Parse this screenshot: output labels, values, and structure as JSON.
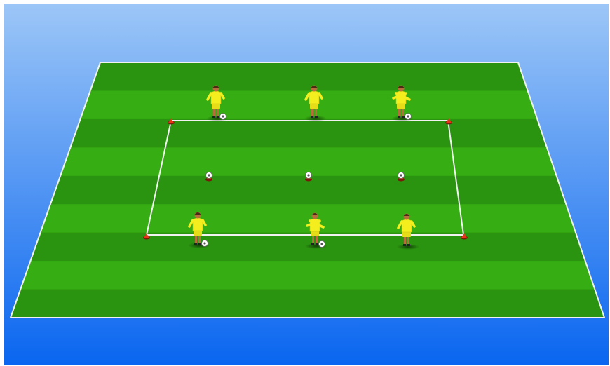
{
  "colors": {
    "sky_top": "#9cc6f7",
    "sky_bottom": "#0a66f0",
    "grass_dark": "#2a9410",
    "grass_light": "#36ad12",
    "line": "#f2f2f2",
    "cone": "#e8351a",
    "shirt": "#f4ee1e",
    "shorts": "#e6dd18",
    "skin": "#b86e3c",
    "ball": "#ffffff"
  },
  "pitch": {
    "stripes": 9,
    "line_style": "solid"
  },
  "drill_area": {
    "shape": "rectangle",
    "corner_marker": "cone",
    "corners": 4
  },
  "players": [
    {
      "id": "p1",
      "row": "top",
      "with_ball": true
    },
    {
      "id": "p2",
      "row": "top",
      "with_ball": false
    },
    {
      "id": "p3",
      "row": "top",
      "with_ball": true
    },
    {
      "id": "p4",
      "row": "bottom",
      "with_ball": true
    },
    {
      "id": "p5",
      "row": "bottom",
      "with_ball": true
    },
    {
      "id": "p6",
      "row": "bottom",
      "with_ball": false
    }
  ],
  "center_markers": [
    {
      "id": "m1",
      "item": "ball-on-cone"
    },
    {
      "id": "m2",
      "item": "ball-on-cone"
    },
    {
      "id": "m3",
      "item": "ball-on-cone"
    }
  ]
}
